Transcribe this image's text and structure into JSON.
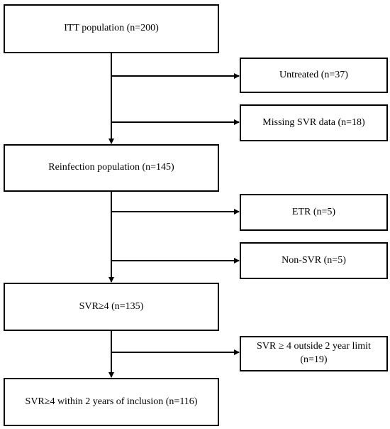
{
  "boxes": {
    "itt": "ITT population (n=200)",
    "untreated": "Untreated (n=37)",
    "missing_svr": "Missing SVR data (n=18)",
    "reinfection": "Reinfection population (n=145)",
    "etr": "ETR (n=5)",
    "non_svr": "Non-SVR (n=5)",
    "svr4": "SVR≥4 (n=135)",
    "svr4_outside_line1": "SVR ≥ 4 outside 2 year limit",
    "svr4_outside_line2": "(n=19)",
    "svr4_within": "SVR≥4 within 2 years of inclusion (n=116)"
  }
}
